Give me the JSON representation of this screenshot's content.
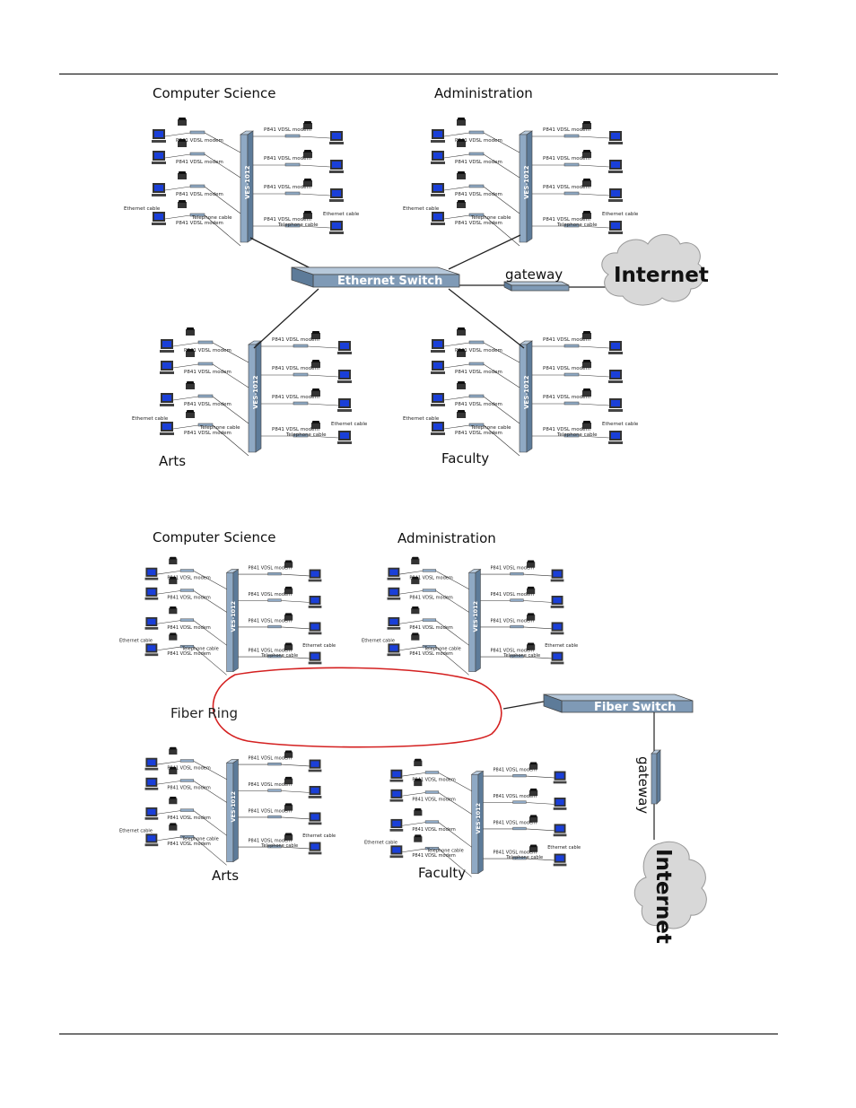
{
  "diagram1": {
    "departments": [
      {
        "id": "cs",
        "name": "Computer Science"
      },
      {
        "id": "admin",
        "name": "Administration"
      },
      {
        "id": "arts",
        "name": "Arts"
      },
      {
        "id": "faculty",
        "name": "Faculty"
      }
    ],
    "core_switch": "Ethernet Switch",
    "gateway": "gateway",
    "internet": "Internet"
  },
  "diagram2": {
    "departments": [
      {
        "id": "cs",
        "name": "Computer Science"
      },
      {
        "id": "admin",
        "name": "Administration"
      },
      {
        "id": "arts",
        "name": "Arts"
      },
      {
        "id": "faculty",
        "name": "Faculty"
      }
    ],
    "ring": "Fiber Ring",
    "core_switch": "Fiber Switch",
    "gateway": "gateway",
    "internet": "Internet"
  },
  "cluster_labels": {
    "dslam": "VES-1012",
    "modem": "P841 VDSL modem",
    "ethernet_cable": "Ethernet cable",
    "telephone_cable": "Telephone cable"
  },
  "colors": {
    "switch_fill": "#8fa9c4",
    "switch_dark": "#5d7b99",
    "screen": "#1a3fd8",
    "ring": "#d42020",
    "cloud": "#d8d8d8"
  }
}
